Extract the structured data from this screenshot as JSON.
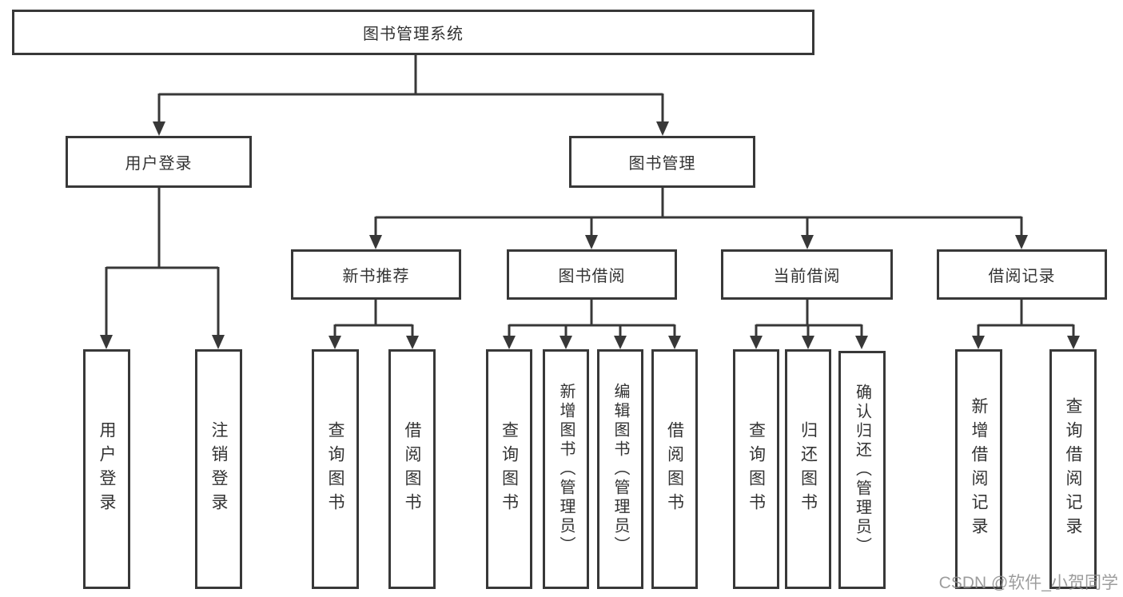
{
  "diagram": {
    "root": {
      "label": "图书管理系统"
    },
    "level2": [
      {
        "label": "用户登录"
      },
      {
        "label": "图书管理"
      }
    ],
    "level3": [
      {
        "label": "新书推荐"
      },
      {
        "label": "图书借阅"
      },
      {
        "label": "当前借阅"
      },
      {
        "label": "借阅记录"
      }
    ],
    "leaves": {
      "user_login": [
        {
          "label": "用户登录"
        },
        {
          "label": "注销登录"
        }
      ],
      "new_books": [
        {
          "label": "查询图书"
        },
        {
          "label": "借阅图书"
        }
      ],
      "book_borrow": [
        {
          "label": "查询图书"
        },
        {
          "label": "新增图书（管理员）"
        },
        {
          "label": "编辑图书（管理员）"
        },
        {
          "label": "借阅图书"
        }
      ],
      "current_borrow": [
        {
          "label": "查询图书"
        },
        {
          "label": "归还图书"
        },
        {
          "label": "确认归还（管理员）"
        }
      ],
      "borrow_records": [
        {
          "label": "新增借阅记录"
        },
        {
          "label": "查询借阅记录"
        }
      ]
    }
  },
  "watermark": {
    "text": "CSDN @软件_小贺同学"
  },
  "colors": {
    "line": "#383838",
    "text": "#333333",
    "background": "#ffffff",
    "watermark": "#8d8d8d"
  }
}
